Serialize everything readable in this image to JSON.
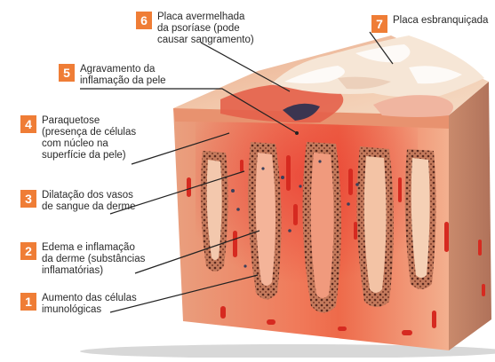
{
  "colors": {
    "badge": "#ef7d36",
    "leader": "#222222"
  },
  "labels": [
    {
      "number": "1",
      "text": "Aumento das células\nimunológicas"
    },
    {
      "number": "2",
      "text": "Edema e inflamação\nda derme (substâncias\ninflamatórias)"
    },
    {
      "number": "3",
      "text": "Dilatação dos vasos\nde sangue da derme"
    },
    {
      "number": "4",
      "text": "Paraquetose\n(presença de células\ncom núcleo na\nsuperfície da pele)"
    },
    {
      "number": "5",
      "text": "Agravamento da\ninflamação da pele"
    },
    {
      "number": "6",
      "text": "Placa avermelhada\nda psoríase (pode\ncausar sangramento)"
    },
    {
      "number": "7",
      "text": "Placa esbranquiçada"
    }
  ]
}
